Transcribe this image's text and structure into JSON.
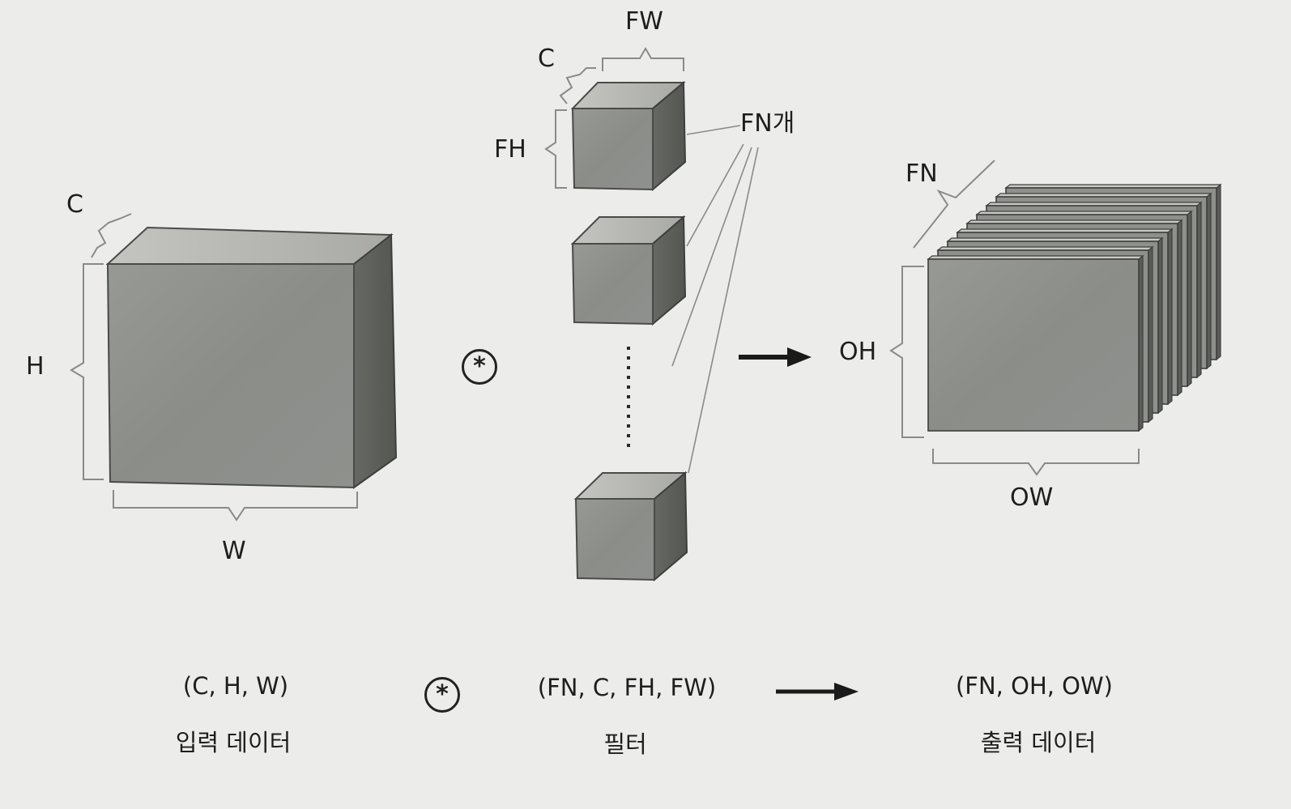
{
  "diagram": {
    "input_cube": {
      "channel_label": "C",
      "height_label": "H",
      "width_label": "W"
    },
    "filters": {
      "channel_label": "C",
      "filter_width_label": "FW",
      "filter_height_label": "FH",
      "count_label": "FN개"
    },
    "output": {
      "count_label": "FN",
      "height_label": "OH",
      "width_label": "OW"
    },
    "operator_symbol": "*",
    "formula": {
      "input_shape": "(C, H, W)",
      "input_caption": "입력 데이터",
      "filter_shape": "(FN, C, FH, FW)",
      "filter_caption": "필터",
      "output_shape": "(FN, OH, OW)",
      "output_caption": "출력 데이터"
    },
    "colors": {
      "background": "#ececea",
      "cube_front": "#8f918d",
      "cube_top": "#b9bab6",
      "cube_side": "#5e605c",
      "ink": "#222222",
      "bracket": "#777777"
    }
  }
}
